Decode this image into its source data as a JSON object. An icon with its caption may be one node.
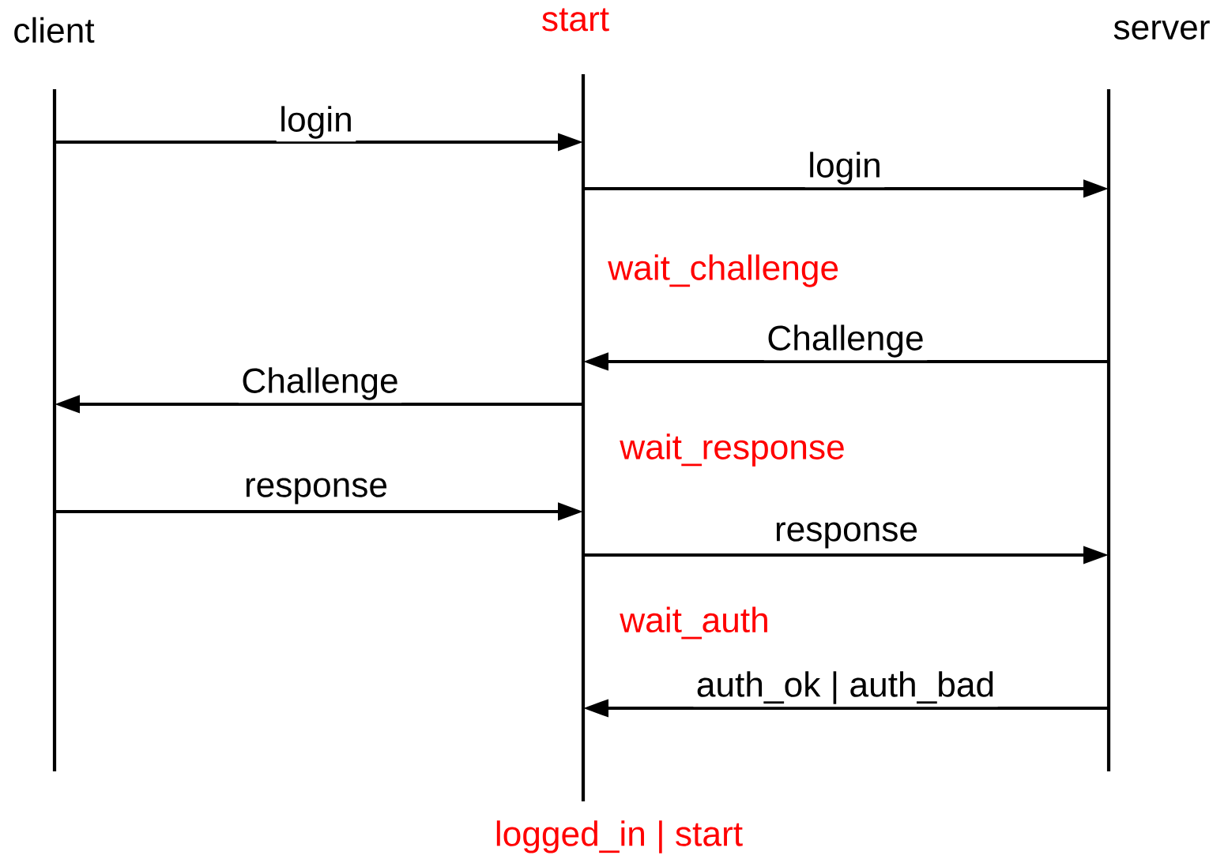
{
  "diagram": {
    "nodes": [
      {
        "text": [
          "client"
        ]
      },
      {
        "text": [
          "start",
          "logged_in | start"
        ]
      },
      {
        "text": [
          "server"
        ]
      }
    ],
    "edges": [
      {
        "from": 0,
        "to": 1,
        "arrow": "to",
        "label": "login"
      },
      {
        "from": 1,
        "to": 2,
        "arrow": "to",
        "label": "login"
      },
      {
        "from": 2,
        "to": 1,
        "arrow": "to",
        "label": "Challenge"
      },
      {
        "from": 1,
        "to": 0,
        "arrow": "to",
        "label": "Challenge"
      },
      {
        "from": 0,
        "to": 1,
        "arrow": "to",
        "label": "response"
      },
      {
        "from": 1,
        "to": 2,
        "arrow": "to",
        "label": "response"
      },
      {
        "from": 2,
        "to": 1,
        "arrow": "to",
        "label": "auth_ok | auth_bad"
      }
    ],
    "labels": [
      "wait_challenge",
      "wait_response",
      "wait_auth"
    ]
  }
}
